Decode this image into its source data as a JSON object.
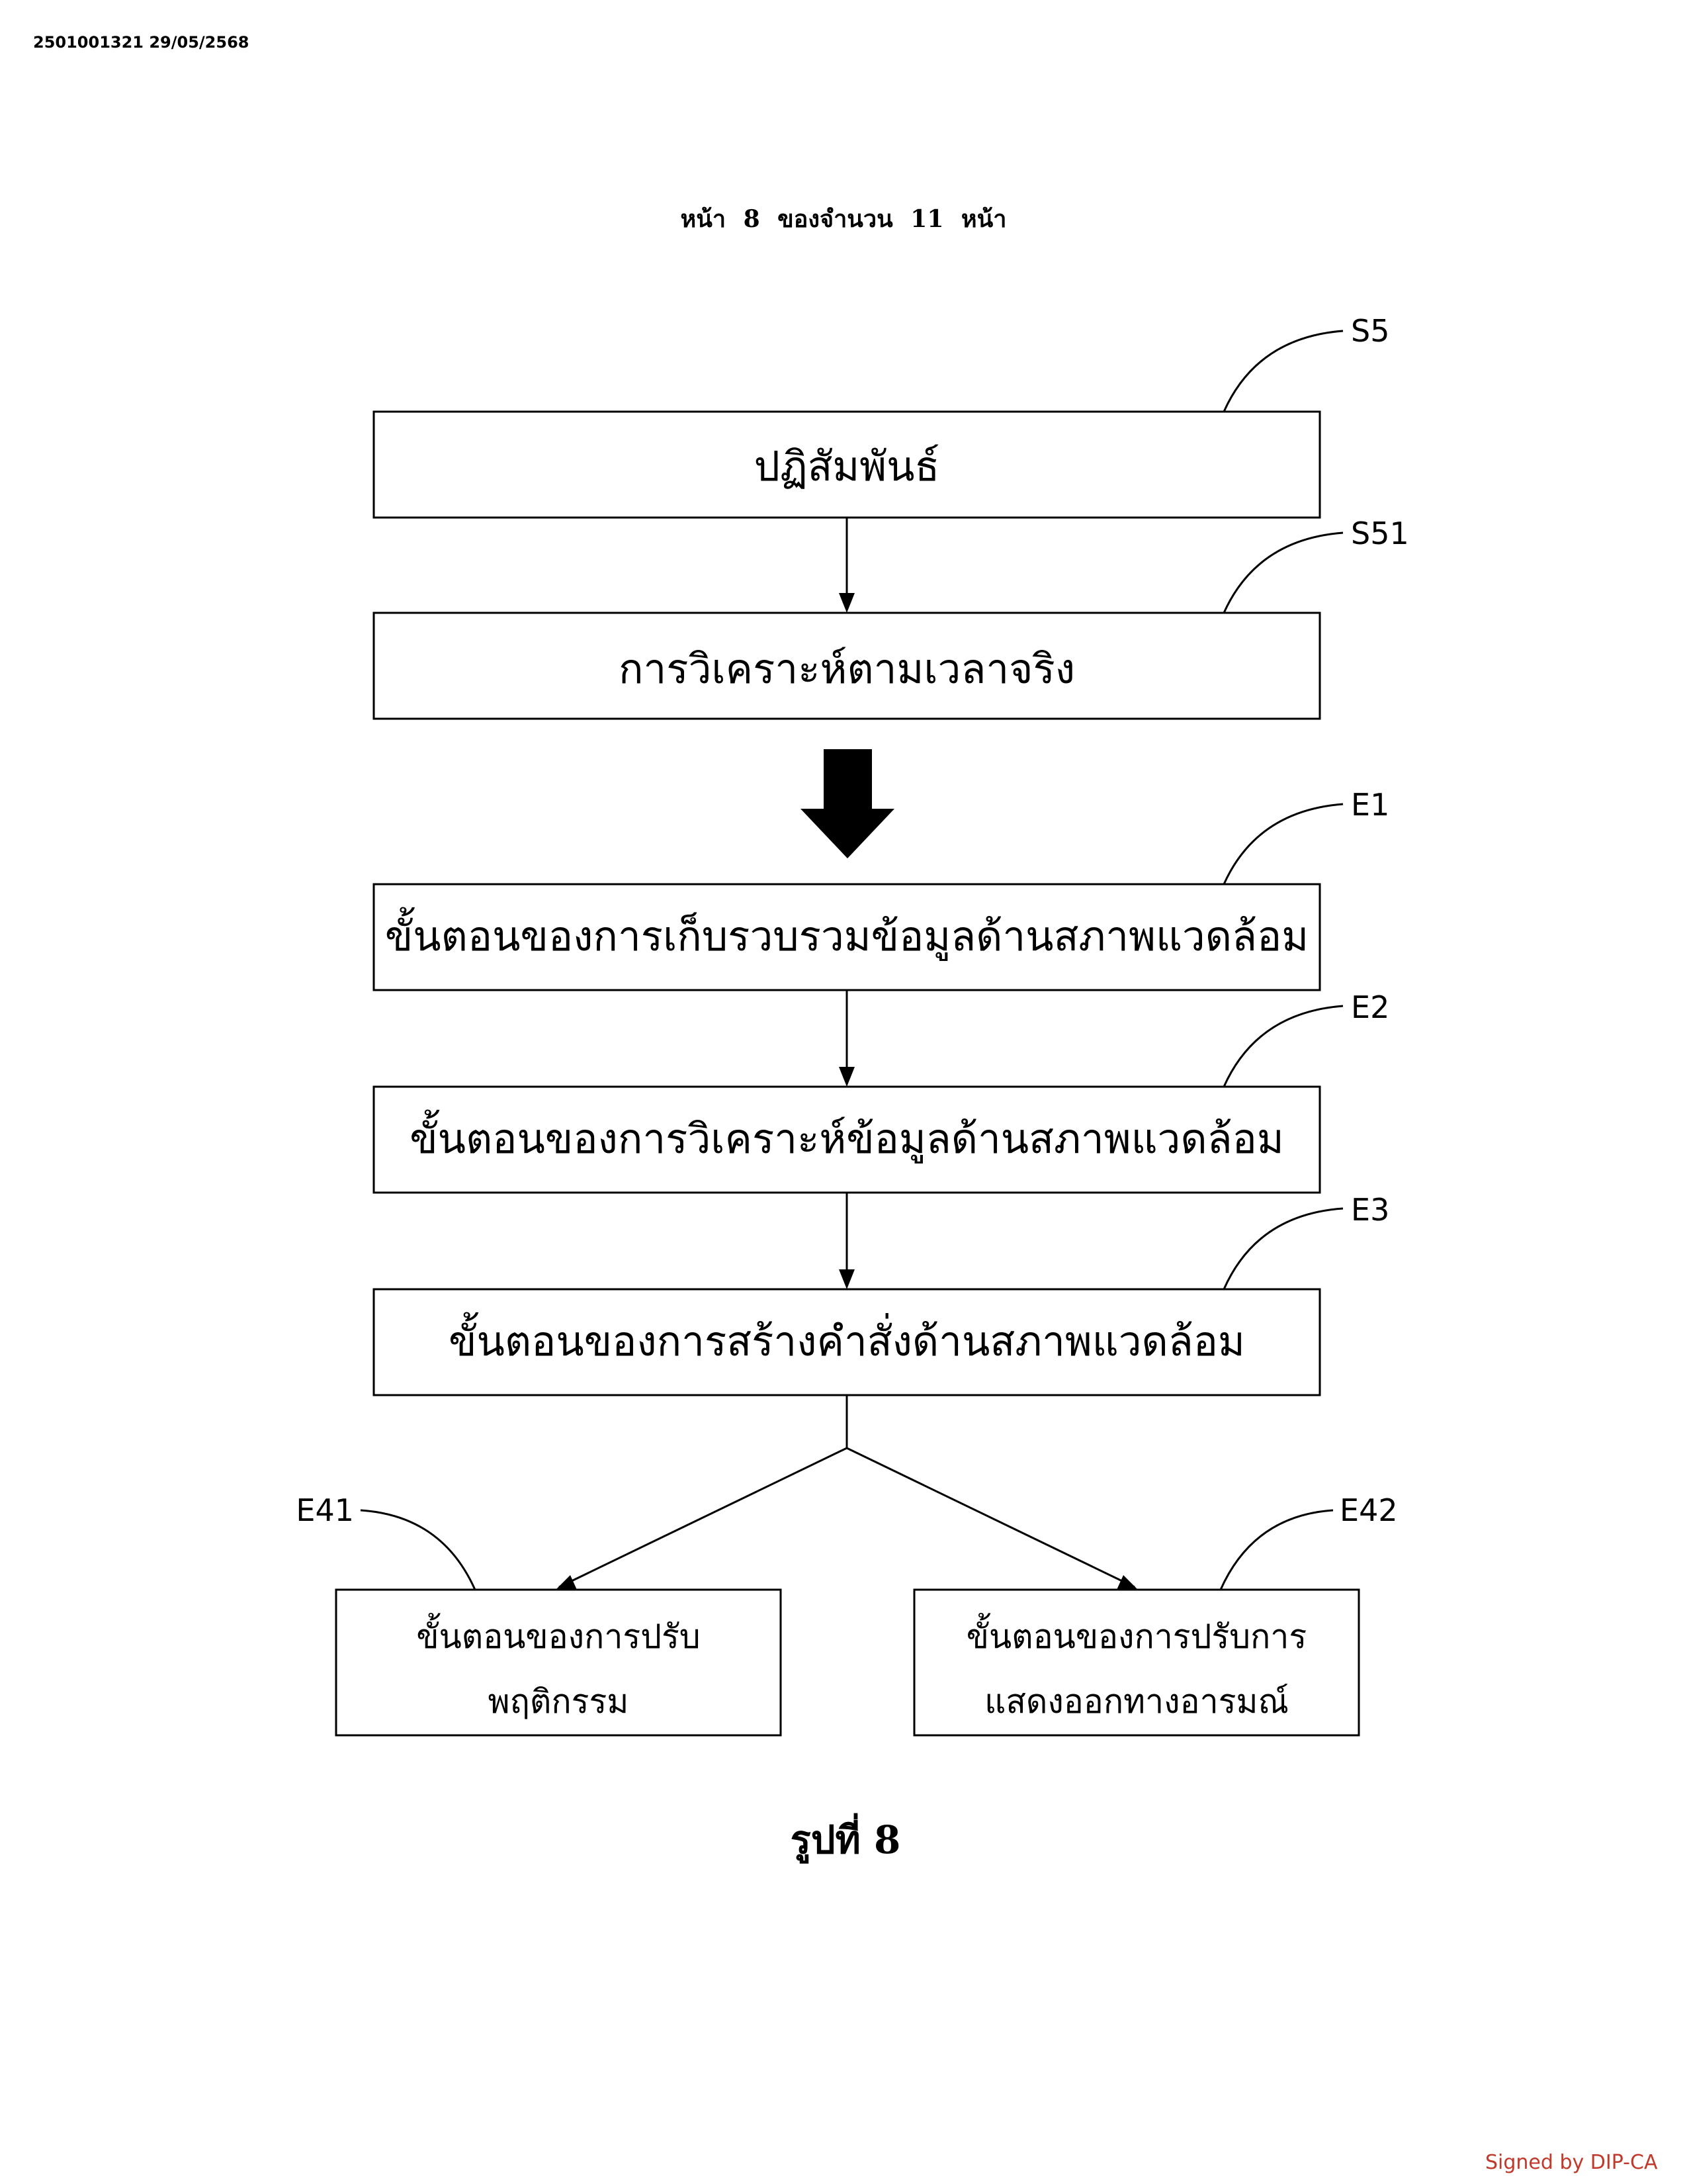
{
  "header": {
    "stamp": "2501001321 29/05/2568",
    "page_counter": "หน้า 8 ของจำนวน 11 หน้า"
  },
  "diagram": {
    "steps": [
      {
        "ref": "S5",
        "label": "ปฏิสัมพันธ์"
      },
      {
        "ref": "S51",
        "label": "การวิเคราะห์ตามเวลาจริง"
      },
      {
        "ref": "E1",
        "label": "ขั้นตอนของการเก็บรวบรวมข้อมูลด้านสภาพแวดล้อม"
      },
      {
        "ref": "E2",
        "label": "ขั้นตอนของการวิเคราะห์ข้อมูลด้านสภาพแวดล้อม"
      },
      {
        "ref": "E3",
        "label": "ขั้นตอนของการสร้างคำสั่งด้านสภาพแวดล้อม"
      }
    ],
    "branches": [
      {
        "ref": "E41",
        "lines": [
          "ขั้นตอนของการปรับ",
          "พฤติกรรม"
        ]
      },
      {
        "ref": "E42",
        "lines": [
          "ขั้นตอนของการปรับการ",
          "แสดงออกทางอารมณ์"
        ]
      }
    ],
    "caption": "รูปที่ 8"
  },
  "footer": {
    "signature": "Signed by DIP-CA"
  }
}
